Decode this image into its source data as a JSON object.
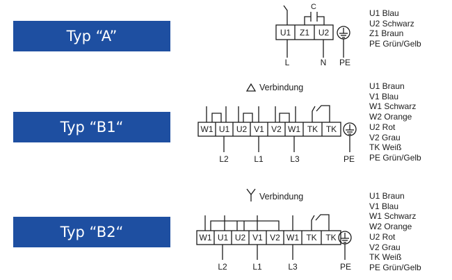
{
  "sections": [
    {
      "id": "a",
      "type_label": "Typ “A”",
      "capacitor_label": "C",
      "terminals": [
        "U1",
        "Z1",
        "U2"
      ],
      "leads": [
        "L",
        "N",
        "PE"
      ],
      "legend": [
        "U1 Blau",
        "U2 Schwarz",
        "Z1 Braun",
        "PE Grün/Gelb"
      ]
    },
    {
      "id": "b1",
      "type_label": "Typ “B1“",
      "connection_label": "Verbindung",
      "terminals": [
        "W1",
        "U1",
        "U2",
        "V1",
        "V2",
        "W1",
        "TK",
        "TK"
      ],
      "leads": [
        "L2",
        "L1",
        "L3",
        "PE"
      ],
      "legend": [
        "U1 Braun",
        "V1 Blau",
        "W1 Schwarz",
        "W2 Orange",
        "U2 Rot",
        "V2 Grau",
        "TK Weiß",
        "PE Grün/Gelb"
      ]
    },
    {
      "id": "b2",
      "type_label": "Typ “B2“",
      "connection_label": "Verbindung",
      "terminals": [
        "W1",
        "U1",
        "U2",
        "V1",
        "V2",
        "W1",
        "TK",
        "TK"
      ],
      "leads": [
        "L2",
        "L1",
        "L3",
        "PE"
      ],
      "legend": [
        "U1 Braun",
        "V1 Blau",
        "W1 Schwarz",
        "W2 Orange",
        "U2 Rot",
        "V2 Grau",
        "TK Weiß",
        "PE Grün/Gelb"
      ]
    }
  ],
  "colors": {
    "badge": "#1e4fa1",
    "badge_text": "#ffffff",
    "line": "#1a1a1a"
  },
  "icons": {
    "delta": "delta-icon",
    "star": "star-icon",
    "ground": "ground-icon"
  }
}
